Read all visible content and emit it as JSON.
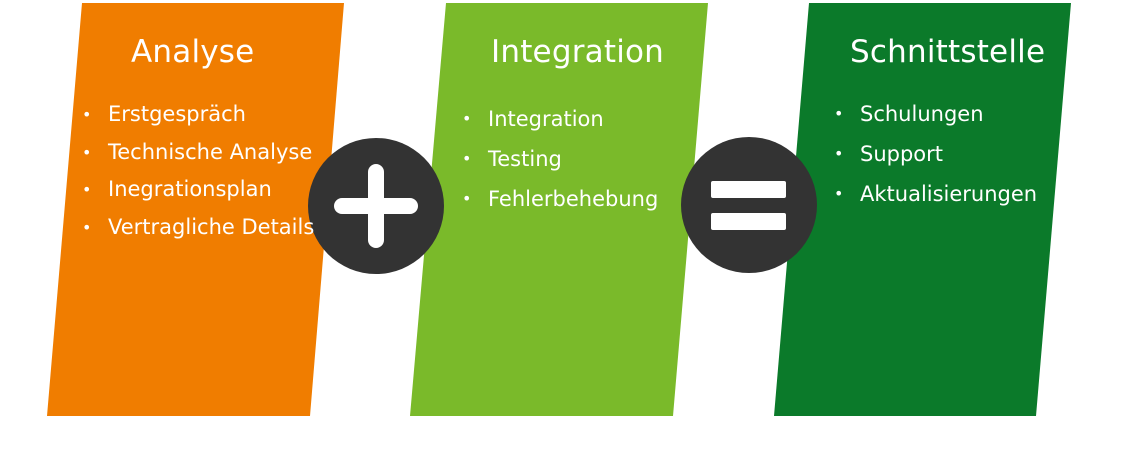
{
  "colors": {
    "analyse": "#f07d00",
    "integration": "#7aba2a",
    "schnittstelle": "#0b7a2a",
    "operator_circle": "#333333",
    "operator_symbol": "#ffffff"
  },
  "panels": [
    {
      "title": "Analyse",
      "items": [
        "Erstgespräch",
        "Technische Analyse",
        "Inegrationsplan",
        "Vertragliche Details"
      ]
    },
    {
      "title": "Integration",
      "items": [
        "Integration",
        "Testing",
        "Fehlerbehebung"
      ]
    },
    {
      "title": "Schnittstelle",
      "items": [
        "Schulungen",
        "Support",
        "Aktualisierungen"
      ]
    }
  ],
  "bullet_glyph": "•",
  "operators": [
    {
      "symbol": "plus-icon"
    },
    {
      "symbol": "equals-icon"
    }
  ]
}
